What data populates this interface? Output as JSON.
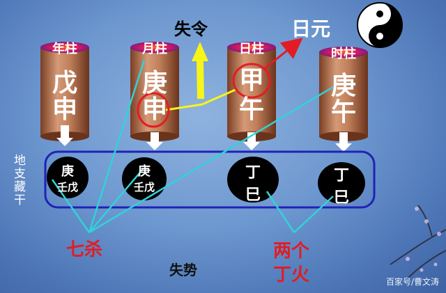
{
  "pillars": [
    {
      "label": "年柱",
      "stem": "戊",
      "branch": "申"
    },
    {
      "label": "月柱",
      "stem": "庚",
      "branch": "申"
    },
    {
      "label": "日柱",
      "stem": "甲",
      "branch": "午"
    },
    {
      "label": "时柱",
      "stem": "庚",
      "branch": "午"
    }
  ],
  "hidden_stems": [
    [
      "庚",
      "壬戊"
    ],
    [
      "庚",
      "壬戊"
    ],
    [
      "丁",
      "巳"
    ],
    [
      "丁",
      "巳"
    ]
  ],
  "row_label": "地支藏干",
  "annotations": {
    "shiling": "失令",
    "riyuan": "日元",
    "qisha": "七杀",
    "shishi": "失势",
    "liangge": "两个",
    "dinghuo": "丁火"
  },
  "watermark": "百家号/曹文涛",
  "colors": {
    "pillar": "#b8744f",
    "ring": "#e21c24",
    "red_text": "#e21c24",
    "link_line": "#32d2d8",
    "arrow_yellow": "#f5f51a",
    "box": "#1f22b8"
  }
}
